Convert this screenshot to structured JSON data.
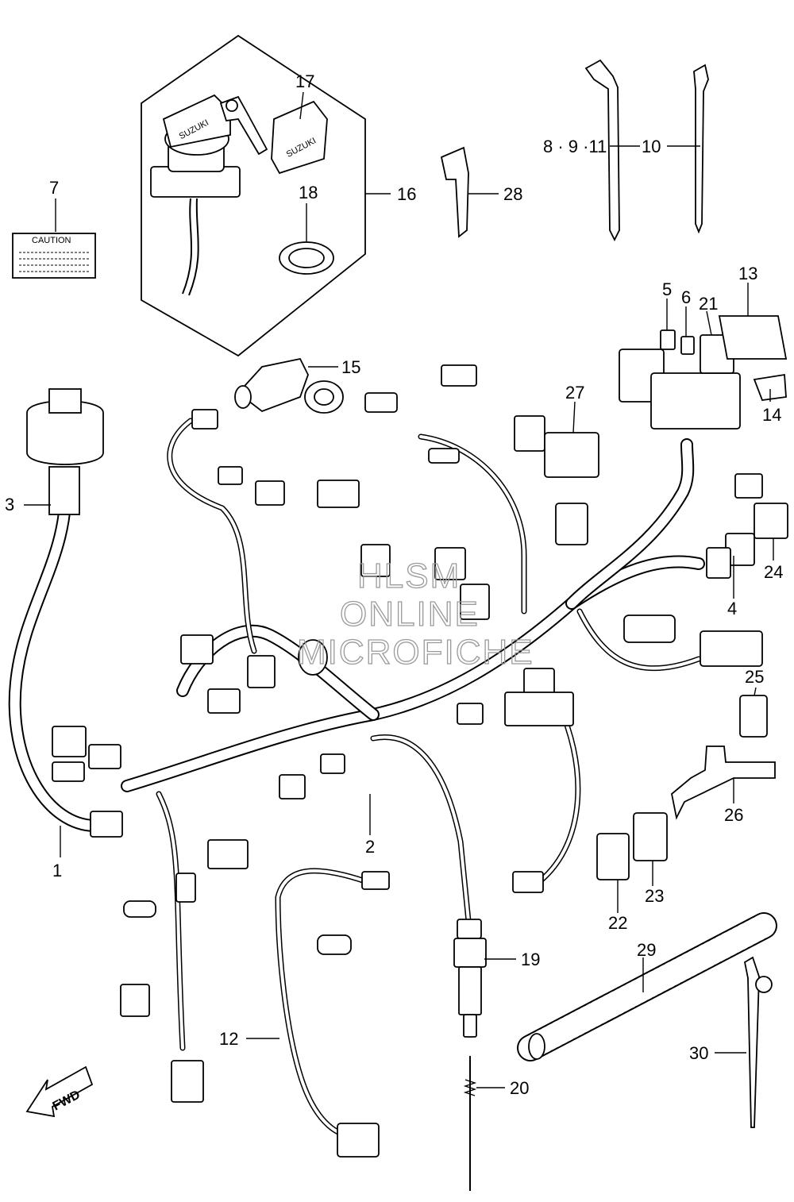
{
  "callouts": {
    "c1": "1",
    "c2": "2",
    "c3": "3",
    "c4": "4",
    "c5": "5",
    "c6": "6",
    "c7": "7",
    "c8911": "8 · 9 ·11",
    "c10": "10",
    "c12": "12",
    "c13": "13",
    "c14": "14",
    "c15": "15",
    "c16": "16",
    "c17": "17",
    "c18": "18",
    "c19": "19",
    "c20": "20",
    "c21": "21",
    "c22": "22",
    "c23": "23",
    "c24": "24",
    "c25": "25",
    "c26": "26",
    "c27": "27",
    "c28": "28",
    "c29": "29",
    "c30": "30"
  },
  "caution_label": "CAUTION",
  "key_brand": "SUZUKI",
  "fwd_arrow": "FWD",
  "watermark": {
    "line1": "HLSM",
    "line2": "ONLINE",
    "line3": "MICROFICHE"
  }
}
